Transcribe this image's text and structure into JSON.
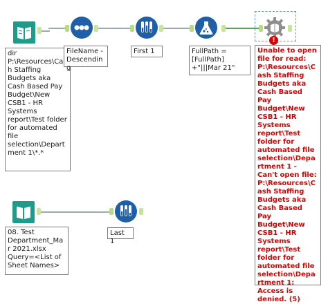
{
  "colors": {
    "input_teal": "#1e9b8a",
    "sort_blue": "#1f5fa8",
    "sample_blue": "#1f5fa8",
    "formula_blue": "#1f5fa8",
    "dynamic_gray": "#8e8e8e",
    "connector": "#9fa7b0",
    "error_red": "#e00000"
  },
  "workflow": {
    "row1": {
      "input": {
        "icon": "directory-book-icon",
        "annotation": "dir P:\\Resources\\Cash Staffing Budgets aka Cash Based Pay Budget\\New CSB1 - HR Systems report\\Test folder for automated file selection\\Department 1\\*.*"
      },
      "sort": {
        "icon": "sort-icon",
        "annotation": "FileName - Descending"
      },
      "sample": {
        "icon": "sample-tubes-icon",
        "annotation": "First 1"
      },
      "formula": {
        "icon": "formula-flask-icon",
        "annotation": "FullPath = [FullPath] +\"|||Mar 21\""
      },
      "dynamic_input": {
        "icon": "dynamic-input-gear-icon",
        "error_badge": "!",
        "annotation": "Unable to open file for read: P:\\Resources\\Cash Staffing Budgets aka Cash Based Pay Budget\\New CSB1 - HR Systems report\\Test folder for automated file selection\\Department 1 - Can't open file: P:\\Resources\\Cash Staffing Budgets aka Cash Based Pay Budget\\New CSB1 - HR Systems report\\Test folder for automated file selection\\Department 1: Access is denied. (5)"
      }
    },
    "row2": {
      "input": {
        "icon": "input-book-icon",
        "annotation": "08. Test Department_Mar 2021.xlsx Query=<List of Sheet Names>"
      },
      "sample": {
        "icon": "sample-tubes-icon",
        "annotation": "Last 1"
      }
    }
  }
}
